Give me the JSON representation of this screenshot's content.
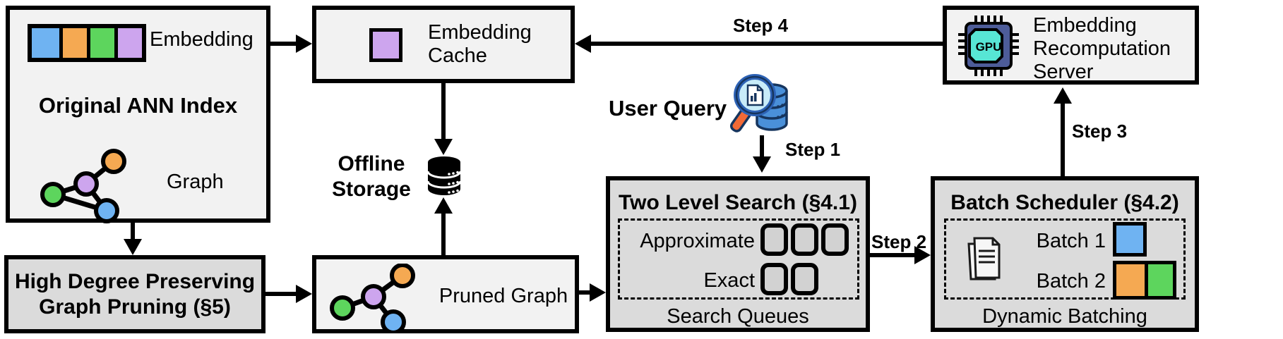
{
  "colors": {
    "blue": "#6fb3f2",
    "orange": "#f5a952",
    "green": "#5dd55d",
    "purple": "#cda5ee",
    "box_light": "#f2f2f2",
    "box_dark": "#dbdbdb"
  },
  "original_index": {
    "title": "Original ANN Index",
    "embedding_label": "Embedding",
    "graph_label": "Graph"
  },
  "pruning": {
    "line1": "High Degree Preserving",
    "line2": "Graph Pruning (§5)"
  },
  "embedding_cache": {
    "label": "Embedding Cache"
  },
  "offline_storage": {
    "label": "Offline Storage"
  },
  "pruned_graph": {
    "label": "Pruned Graph"
  },
  "user_query": {
    "label": "User Query"
  },
  "steps": {
    "step1": "Step 1",
    "step2": "Step 2",
    "step3": "Step 3",
    "step4": "Step 4"
  },
  "two_level_search": {
    "title": "Two Level Search (§4.1)",
    "approximate_label": "Approximate",
    "exact_label": "Exact",
    "approximate_queue_count": 3,
    "exact_queue_count": 2,
    "footer": "Search Queues"
  },
  "batch_scheduler": {
    "title": "Batch Scheduler (§4.2)",
    "batch1_label": "Batch 1",
    "batch2_label": "Batch 2",
    "batch1_colors": [
      "#6fb3f2"
    ],
    "batch2_colors": [
      "#f5a952",
      "#5dd55d"
    ],
    "footer": "Dynamic Batching"
  },
  "recomputation_server": {
    "label": "Embedding Recomputation Server",
    "gpu_text": "GPU"
  }
}
